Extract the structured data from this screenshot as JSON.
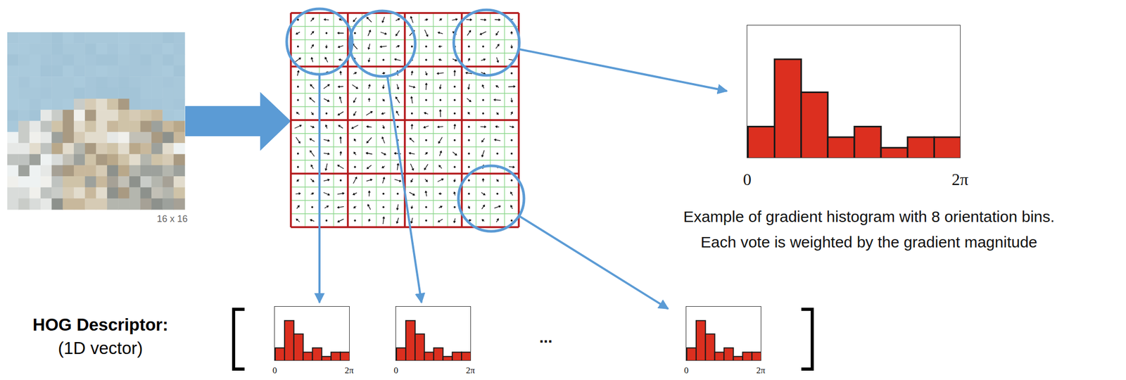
{
  "diagram": {
    "nodes": [
      {
        "text": [
          "0",
          "2π"
        ]
      },
      {
        "text": [
          "0",
          "2π"
        ]
      },
      {
        "text": [
          "0",
          "2π"
        ]
      },
      {
        "text": [
          "0",
          "2π"
        ]
      }
    ],
    "labels": [
      "16 x 16",
      "Example of gradient histogram with 8 orientation bins.",
      "Each vote is weighted by the gradient magnitude",
      "HOG Descriptor:",
      "(1D vector)",
      "..."
    ]
  }
}
